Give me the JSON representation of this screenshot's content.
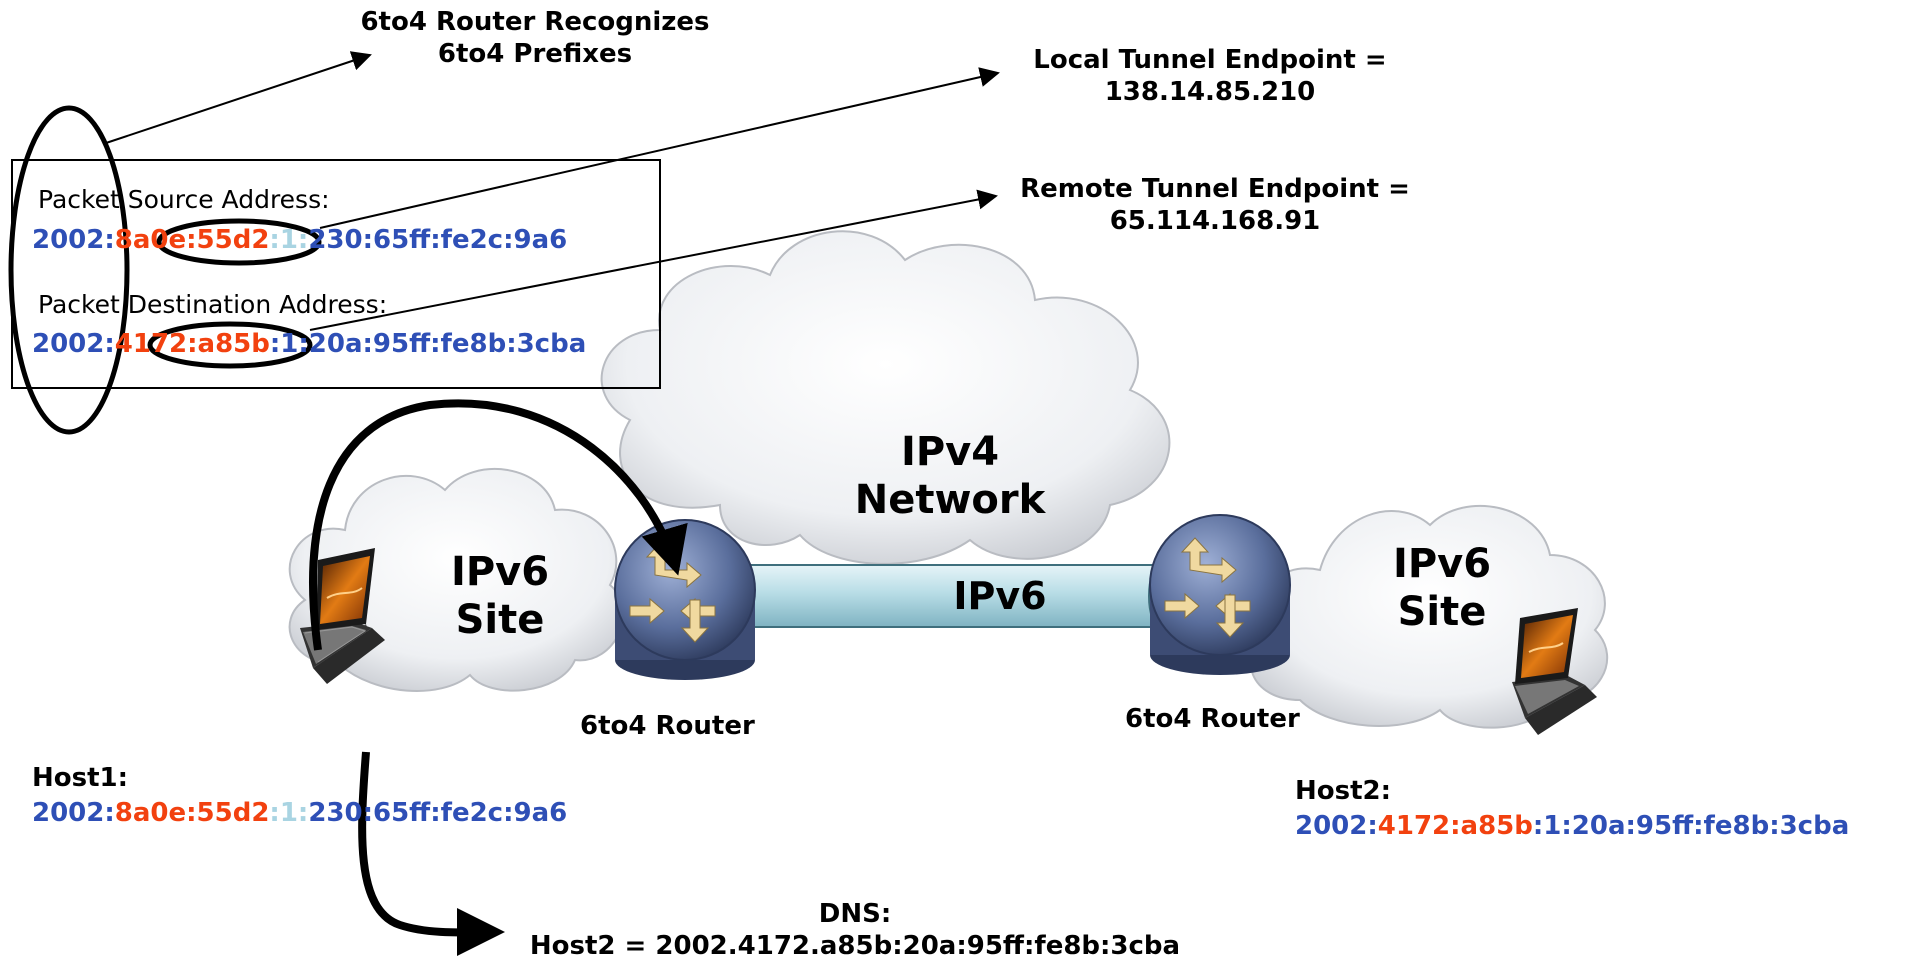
{
  "callouts": {
    "recognizes_line1": "6to4 Router Recognizes",
    "recognizes_line2": "6to4 Prefixes",
    "local_line1": "Local Tunnel Endpoint =",
    "local_line2": "138.14.85.210",
    "remote_line1": "Remote Tunnel Endpoint =",
    "remote_line2": "65.114.168.91"
  },
  "packet_box": {
    "source_label": "Packet Source Address:",
    "source_addr": {
      "prefix": "2002:",
      "ipv4": "8a0e:55d2",
      "sep": ":",
      "subnet": "1",
      "sep2": ":",
      "iid": "230:65ff:fe2c:9a6"
    },
    "dest_label": "Packet Destination Address:",
    "dest_addr": {
      "prefix": "2002:",
      "ipv4": "4172:a85b",
      "sep": ":",
      "subnet": "1",
      "sep2": ":",
      "iid": "20a:95ff:fe8b:3cba"
    }
  },
  "network": {
    "core_line1": "IPv4",
    "core_line2": "Network",
    "tunnel_label": "IPv6",
    "left_site_line1": "IPv6",
    "left_site_line2": "Site",
    "right_site_line1": "IPv6",
    "right_site_line2": "Site",
    "left_router_label": "6to4 Router",
    "right_router_label": "6to4 Router"
  },
  "hosts": {
    "host1_label": "Host1:",
    "host1_addr": {
      "prefix": "2002:",
      "ipv4": "8a0e:55d2",
      "sep": ":",
      "subnet": "1",
      "sep2": ":",
      "iid": "230:65ff:fe2c:9a6"
    },
    "host2_label": "Host2:",
    "host2_addr": {
      "prefix": "2002:",
      "ipv4": "4172:a85b",
      "sep": ":",
      "subnet": "1",
      "sep2": ":",
      "iid": "20a:95ff:fe8b:3cba"
    }
  },
  "dns": {
    "label": "DNS:",
    "record": "Host2 = 2002.4172.a85b:20a:95ff:fe8b:3cba"
  },
  "colors": {
    "prefix_blue": "#2e4fb6",
    "ipv4_red": "#f2410f",
    "subnet_light": "#a9d4e2",
    "router_body": "#5a6e9c",
    "router_arrows": "#f0d9a0",
    "tunnel": "#b8dde6"
  }
}
